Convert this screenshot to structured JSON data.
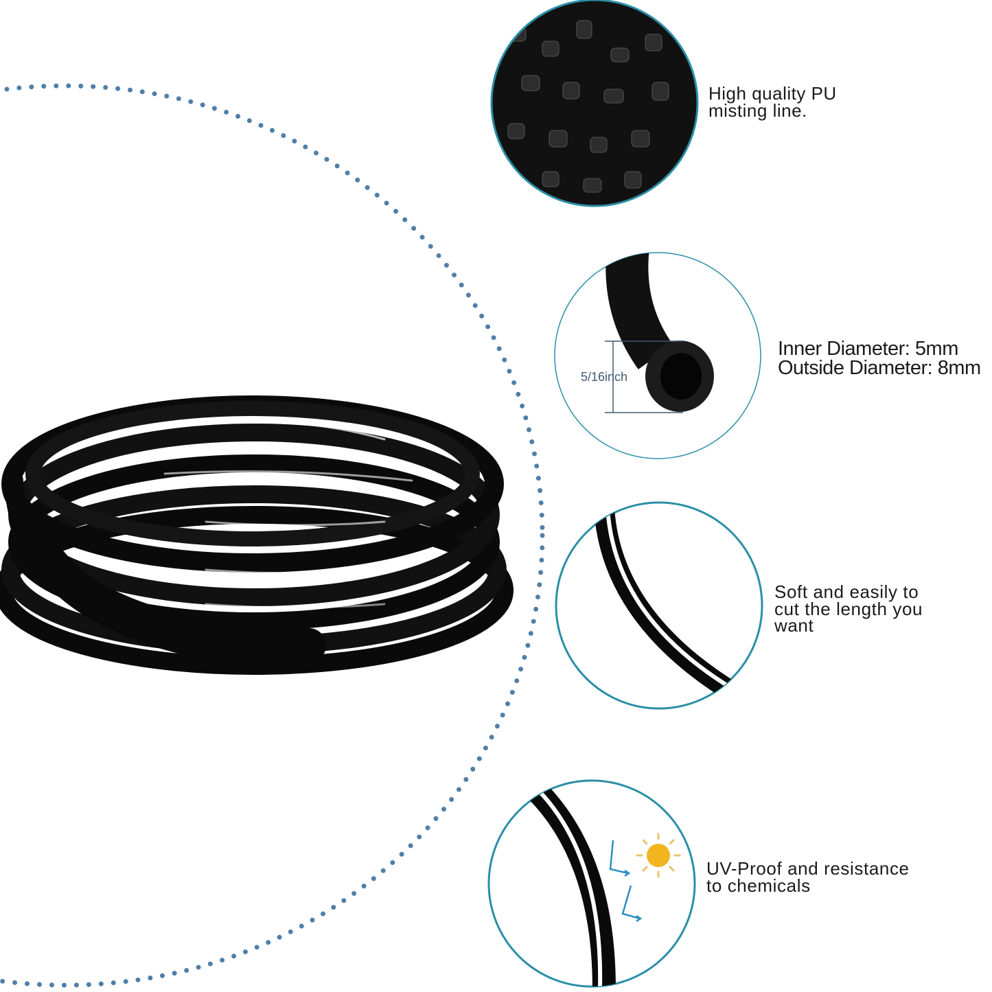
{
  "features": [
    {
      "lines": [
        "High quality PU",
        "misting line."
      ],
      "icon": "pu-pellets"
    },
    {
      "lines": [
        "Inner Diameter: 5mm",
        "Outside Diameter: 8mm"
      ],
      "icon": "tube-cross-section",
      "dimension_label": "5/16inch"
    },
    {
      "lines": [
        "Soft and easily to",
        "cut the length you",
        "want"
      ],
      "icon": "flexible-tube"
    },
    {
      "lines": [
        "UV-Proof and resistance",
        "to chemicals"
      ],
      "icon": "sun-uv"
    }
  ],
  "colors": {
    "circle_stroke": "#2a8fa6",
    "dots": "#4f7fa8",
    "sun": "#f2b51f",
    "arrow": "#2a8fbf",
    "dimension": "#3f5b74"
  }
}
